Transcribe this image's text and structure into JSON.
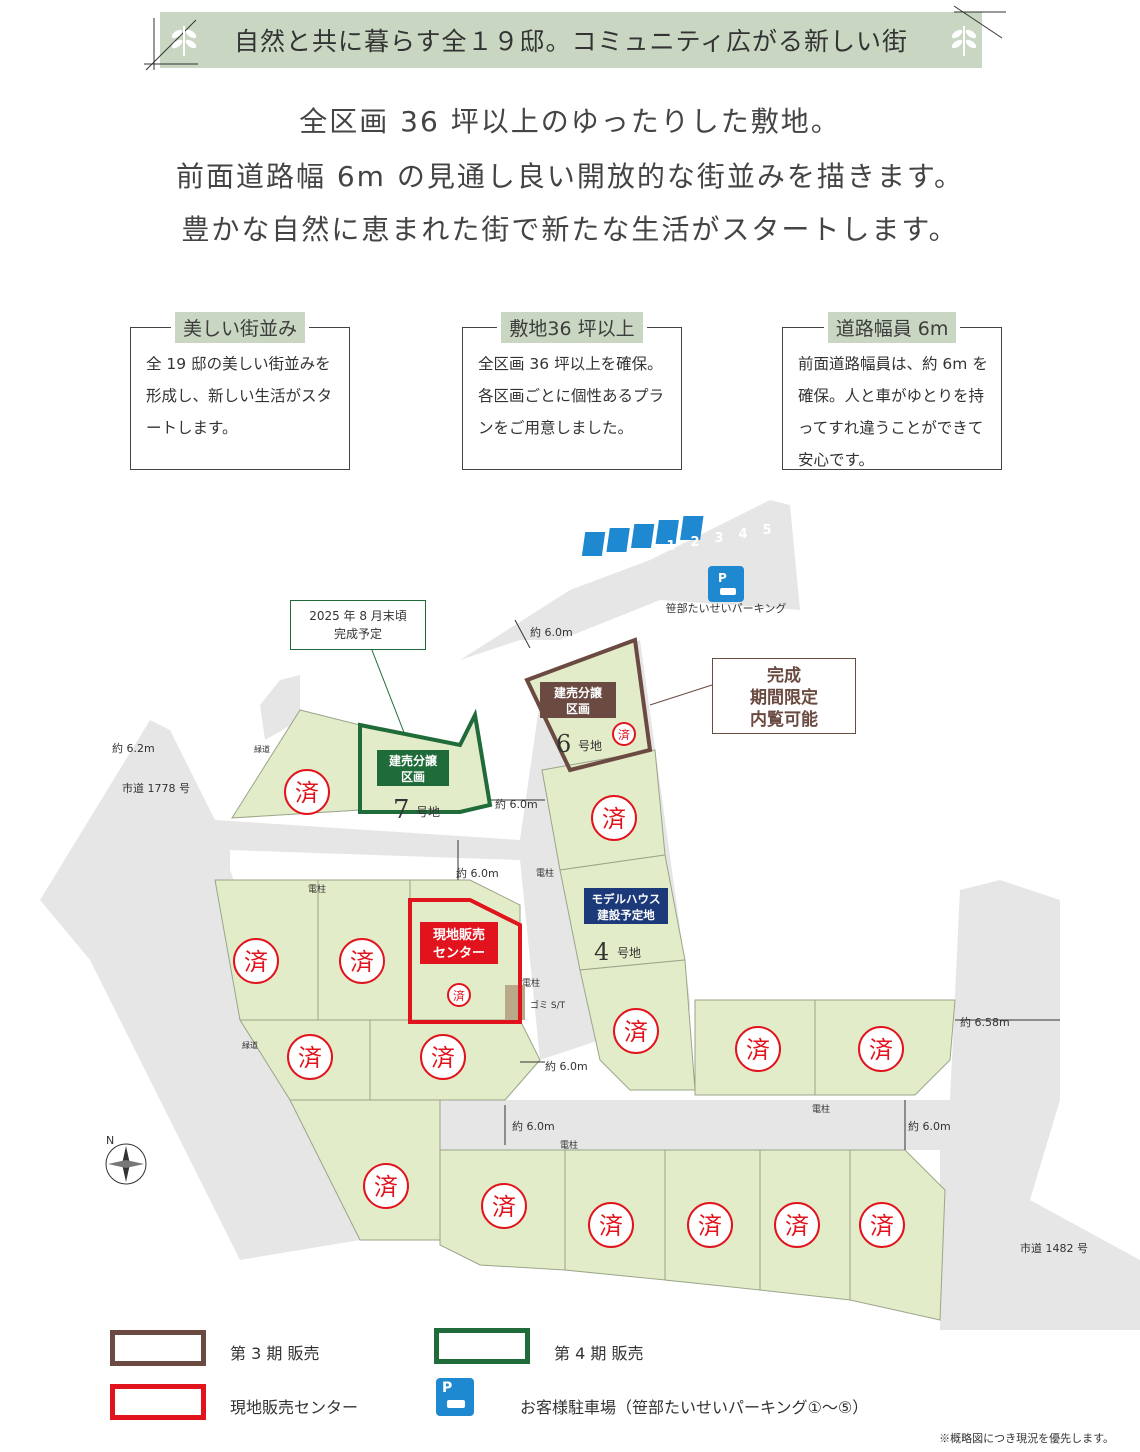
{
  "header": {
    "banner_title": "自然と共に暮らす全１９邸。コミュニティ広がる新しい街"
  },
  "intro": {
    "line1": "全区画 36 坪以上のゆったりした敷地。",
    "line2": "前面道路幅 6m の見通し良い開放的な街並みを描きます。",
    "line3": "豊かな自然に恵まれた街で新たな生活がスタートします。"
  },
  "features": [
    {
      "title": "美しい街並み",
      "body": "全 19 邸の美しい街並みを形成し、新しい生活がスタートします。"
    },
    {
      "title": "敷地36 坪以上",
      "body": "全区画 36 坪以上を確保。各区画ごとに個性あるプランをご用意しました。"
    },
    {
      "title": "道路幅員 6m",
      "body": "前面道路幅員は、約 6m を確保。人と車がゆとりを持ってすれ違うことができて安心です。"
    }
  ],
  "map": {
    "parking_numbers": [
      "1",
      "2",
      "3",
      "4",
      "5"
    ],
    "parking_name": "笹部たいせいパーキング",
    "parking_symbol": "P",
    "road_widths": {
      "top": "約 6.0m",
      "lot7_side": "約 6.0m",
      "center": "約 6.0m",
      "left_road": "約 6.2m",
      "middle": "約 6.0m",
      "lower": "約 6.0m",
      "right_lower": "約 6.0m",
      "right": "約 6.58m"
    },
    "city_road_left": "市道 1778 号",
    "city_road_right": "市道 1482 号",
    "side_road_a": "緑道",
    "side_road_b": "緑道",
    "utility_pole": "電柱",
    "garbage_station": "ゴミ S/T",
    "completion_note_line1": "2025 年 8 月末頃",
    "completion_note_line2": "完成予定",
    "limited_view_line1": "完成",
    "limited_view_line2": "期間限定",
    "limited_view_line3": "内覧可能",
    "lot6": {
      "tag_line1": "建売分譲",
      "tag_line2": "区画",
      "number": "6",
      "unit": "号地"
    },
    "lot7": {
      "tag_line1": "建売分譲",
      "tag_line2": "区画",
      "number": "7",
      "unit": "号地"
    },
    "lot4": {
      "tag_line1": "モデルハウス",
      "tag_line2": "建設予定地",
      "number": "4",
      "unit": "号地"
    },
    "sales_center": {
      "line1": "現地販売",
      "line2": "センター"
    },
    "sold_mark": "済",
    "compass_label": "N"
  },
  "legend": {
    "phase3": "第 3 期  販売",
    "phase4": "第 4 期  販売",
    "sales_center": "現地販売センター",
    "parking": "お客様駐車場（笹部たいせいパーキング①〜⑤）",
    "parking_symbol": "P"
  },
  "footnote": "※概略図につき現況を優先します。",
  "colors": {
    "banner_bg": "#c9d6c2",
    "lot_fill": "#e3ecc8",
    "road_fill": "#e6e6e6",
    "phase3_brown": "#6b4a42",
    "phase4_green": "#1f6b3a",
    "sales_red": "#e1141d",
    "lot4_navy": "#1c3a7a",
    "parking_blue": "#1e88d0"
  }
}
